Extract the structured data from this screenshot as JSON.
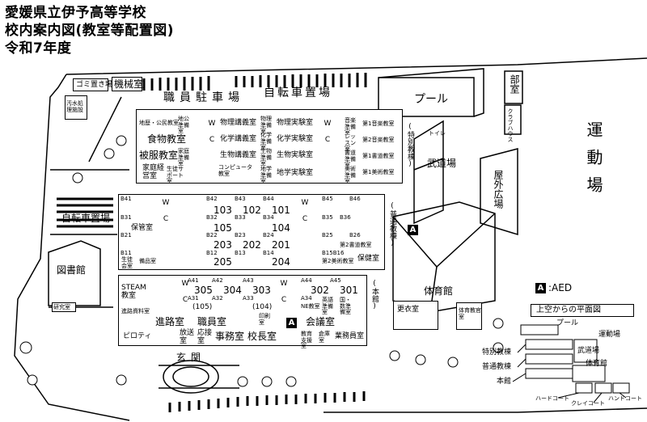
{
  "title": {
    "line1": "愛媛県立伊予高等学校",
    "line2": "校内案内図(教室等配置図)",
    "line3": "令和7年度"
  },
  "areas": {
    "gomi": "ゴミ置き場",
    "kikai": "機械室",
    "osui": "汚水処理施設",
    "shokuin_parking": "職員駐車場",
    "bike_north": "自転車置場",
    "bike_west": "自転車置場",
    "pool": "プール",
    "club": "クラブハウス",
    "bushitsu": "部室",
    "undojo": "運動場",
    "budojo": "武道場",
    "okugai": "屋外広場",
    "toilet": "トイレ",
    "tokubetsu": "(特別教棟)",
    "futsu": "(普通教棟)",
    "honkan": "(本館)",
    "library": "図書館",
    "kenkyu": "研究室",
    "gym": "体育館",
    "kouishitsu": "更衣室",
    "taiiku_kyouin": "体育教官室",
    "genkan": "玄関",
    "piloti": "ピロティ"
  },
  "special_building": {
    "chiri": "地歴・公民教室",
    "chiri_prep": "地公準備室",
    "shokumotsu": "食物教室",
    "hifuku": "被服教室",
    "katei_prep": "家庭準備室",
    "katei_keiei": "家庭経営室",
    "seikatsu": "生徒サポート室",
    "wc": "W C",
    "butsuri_kougi": "物理講義室",
    "butsuri_prep": "物理準備室",
    "butsuri_jikken": "物理実験室",
    "kagaku_kougi": "化学講義室",
    "kagaku_prep": "化学準備室",
    "kagaku_jikken": "化学実験室",
    "seibutsu_kougi": "生物講義室",
    "seibutsu_prep": "生物準備室",
    "seibutsu_jikken": "生物実験室",
    "computer": "コンピュータ教室",
    "chigaku_prep": "地学準備室",
    "chigaku_jikken": "地学実験室",
    "ongaku_prep": "音楽準備室",
    "ongaku1": "第1音楽教室",
    "lesson": "レッスン室",
    "ongaku2": "第2音楽教室",
    "shodo_prep": "書道準備室",
    "shodo1": "第1書道教室",
    "bijutsu_prep": "美術準備室",
    "bijutsu1": "第1美術教室"
  },
  "regular_building": {
    "r1": [
      "B41",
      "B42",
      "B43",
      "B44",
      "B45",
      "B46"
    ],
    "r1n": [
      "103",
      "102",
      "101"
    ],
    "r2": [
      "B31",
      "B32",
      "B33",
      "B34",
      "B35",
      "B36"
    ],
    "r2n": [
      "105",
      "104"
    ],
    "r3": [
      "B21",
      "B22",
      "B23",
      "B24",
      "B25",
      "B26"
    ],
    "r3n": [
      "203",
      "202",
      "201"
    ],
    "r4": [
      "B11",
      "B12",
      "B13",
      "B14",
      "B15B16"
    ],
    "r4n": [
      "205",
      "204"
    ],
    "hokenshitsu": "保健室",
    "sodan": "生徒会室",
    "bihin": "備品室",
    "keikan": "保管室",
    "daini_shodo": "第2書道教室",
    "daini_bijutsu": "第2美術教室",
    "hoken": "保健室"
  },
  "main_building": {
    "steam": "STEAM教室",
    "shinro_shiryo": "進路資料室",
    "a_row": [
      "A41",
      "A42",
      "A43",
      "A44",
      "A45"
    ],
    "a_num": [
      "305",
      "304",
      "303",
      "302",
      "301"
    ],
    "a_row2": [
      "A31",
      "A32",
      "A33",
      "A34"
    ],
    "a_num2": [
      "(105)",
      "(104)"
    ],
    "ne": "NE教室",
    "eigo_prep": "英語準備室",
    "kokugo_prep": "国・数準備室",
    "shinro": "進路室",
    "shokuin": "職員室",
    "insatsu": "印刷室",
    "kaigi": "会議室",
    "hoso": "放送室",
    "oshu": "応接室",
    "jimu": "事務室",
    "kocho": "校長室",
    "kyoiku": "教育支援室",
    "soko": "倉庫室",
    "gyomu": "業務員室"
  },
  "legend": {
    "aed_mark": "A",
    "aed_label": ":AED",
    "inset_title": "上空からの平面図",
    "inset_pool": "プール",
    "inset_field": "運動場",
    "inset_toku": "特別教棟",
    "inset_futsu": "普通教棟",
    "inset_hon": "本館",
    "inset_budo": "武道場",
    "inset_gym": "体育館",
    "inset_hard1": "ハードコート",
    "inset_clay": "クレイコート",
    "inset_hard2": "ハンドコート"
  }
}
